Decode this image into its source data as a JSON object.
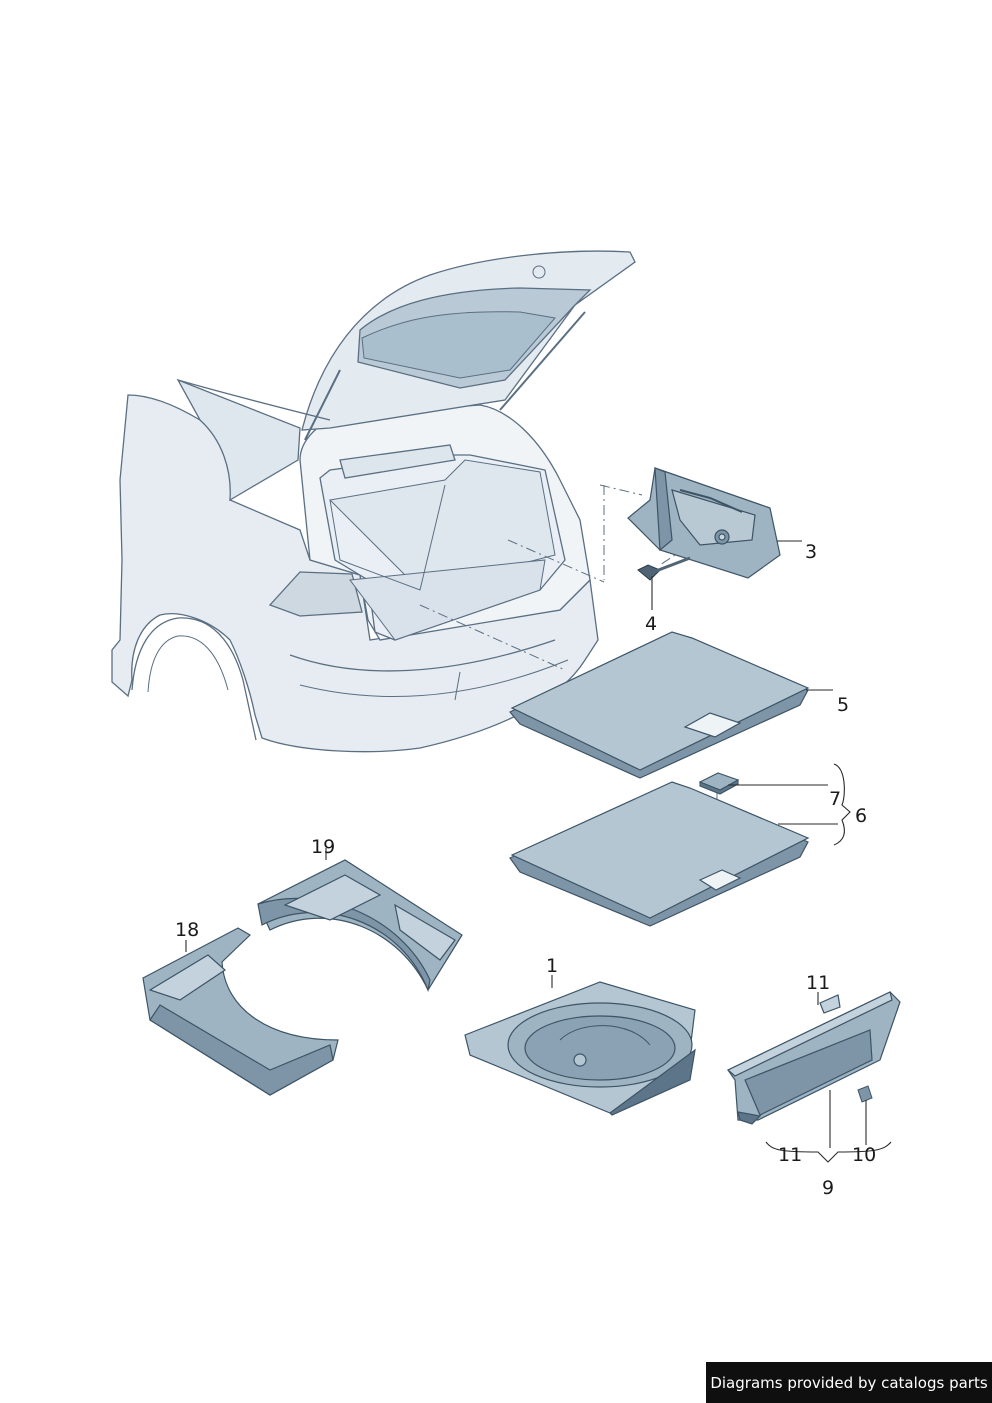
{
  "diagram": {
    "colors": {
      "body_fill": "#e6ecf1",
      "body_stroke": "#5b6f83",
      "part_fill": "#9fb4c2",
      "part_dark": "#7d95a6",
      "part_light": "#c9d6df",
      "leader": "#2a2a2a"
    },
    "callouts": {
      "c1": "1",
      "c3": "3",
      "c4": "4",
      "c5": "5",
      "c6": "6",
      "c7": "7",
      "c9": "9",
      "c10": "10",
      "c11a": "11",
      "c11b": "11",
      "c18": "18",
      "c19": "19"
    }
  },
  "footer": {
    "credit": "Diagrams provided by catalogs parts"
  }
}
